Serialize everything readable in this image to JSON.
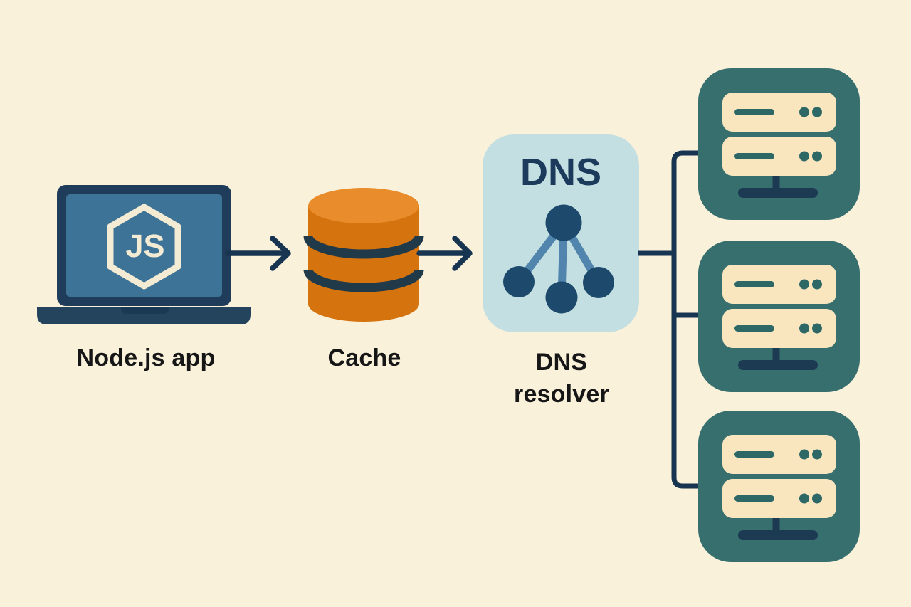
{
  "diagram": {
    "nodes": {
      "nodejs_app": {
        "label": "Node.js app",
        "logo_text": "JS",
        "icon": "laptop"
      },
      "cache": {
        "label": "Cache",
        "icon": "database-cylinder"
      },
      "dns_resolver": {
        "box_title": "DNS",
        "label_lines": [
          "DNS",
          "resolver"
        ],
        "icon": "network-tree"
      },
      "server_cluster": {
        "icon": "server-rack",
        "count": 3
      }
    },
    "edges": [
      {
        "from": "nodejs_app",
        "to": "cache",
        "style": "arrow"
      },
      {
        "from": "cache",
        "to": "dns_resolver",
        "style": "arrow"
      },
      {
        "from": "dns_resolver",
        "to": "server_1",
        "style": "elbow-line"
      },
      {
        "from": "dns_resolver",
        "to": "server_2",
        "style": "elbow-line"
      },
      {
        "from": "dns_resolver",
        "to": "server_3",
        "style": "elbow-line"
      }
    ],
    "colors": {
      "background": "#faf1db",
      "line": "#173450",
      "label_text": "#161616",
      "laptop_frame": "#1f3d5a",
      "laptop_screen": "#3d7396",
      "logo_cream": "#f3ebd3",
      "cache_body": "#d5740e",
      "cache_top": "#e98c2b",
      "cache_band": "#203a4a",
      "dns_box_bg": "#c3dfe2",
      "dns_title": "#1b3a5c",
      "dns_node_fill": "#1d4a6c",
      "dns_link": "#5285ad",
      "server_box": "#366f6e",
      "server_slat": "#f9e6bf",
      "server_detail": "#2d6866",
      "server_stand": "#1c3a52"
    }
  }
}
